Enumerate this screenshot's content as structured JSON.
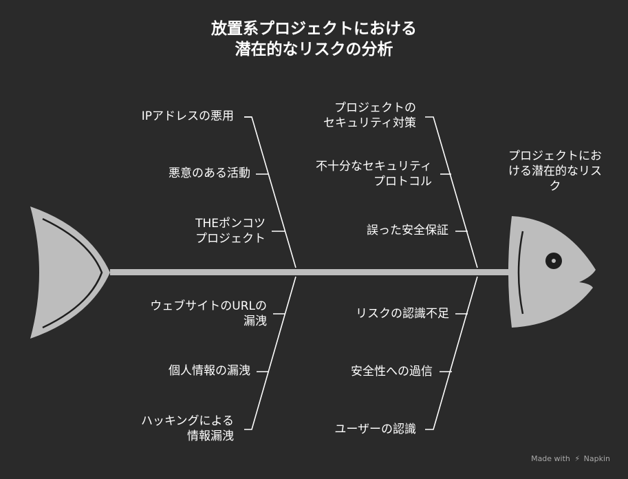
{
  "title": {
    "line1": "放置系プロジェクトにおける",
    "line2": "潜在的なリスクの分析"
  },
  "head_label": {
    "line1": "プロジェクトにお",
    "line2": "ける潜在的なリス",
    "line3": "ク"
  },
  "causes": {
    "top_left": [
      {
        "line1": "IPアドレスの悪用"
      },
      {
        "line1": "悪意のある活動"
      },
      {
        "line1": "THEポンコツ",
        "line2": "プロジェクト"
      }
    ],
    "top_right": [
      {
        "line1": "プロジェクトの",
        "line2": "セキュリティ対策"
      },
      {
        "line1": "不十分なセキュリティ",
        "line2": "プロトコル"
      },
      {
        "line1": "誤った安全保証"
      }
    ],
    "bottom_left": [
      {
        "line1": "ウェブサイトのURLの",
        "line2": "漏洩"
      },
      {
        "line1": "個人情報の漏洩"
      },
      {
        "line1": "ハッキングによる",
        "line2": "情報漏洩"
      }
    ],
    "bottom_right": [
      {
        "line1": "リスクの認識不足"
      },
      {
        "line1": "安全性への過信"
      },
      {
        "line1": "ユーザーの認識"
      }
    ]
  },
  "footer": {
    "made_with": "Made with",
    "brand": "Napkin"
  },
  "colors": {
    "background": "#2a2a2a",
    "fish": "#bdbdbd",
    "outline": "#1e1e1e",
    "line": "#ffffff",
    "text": "#ffffff"
  }
}
